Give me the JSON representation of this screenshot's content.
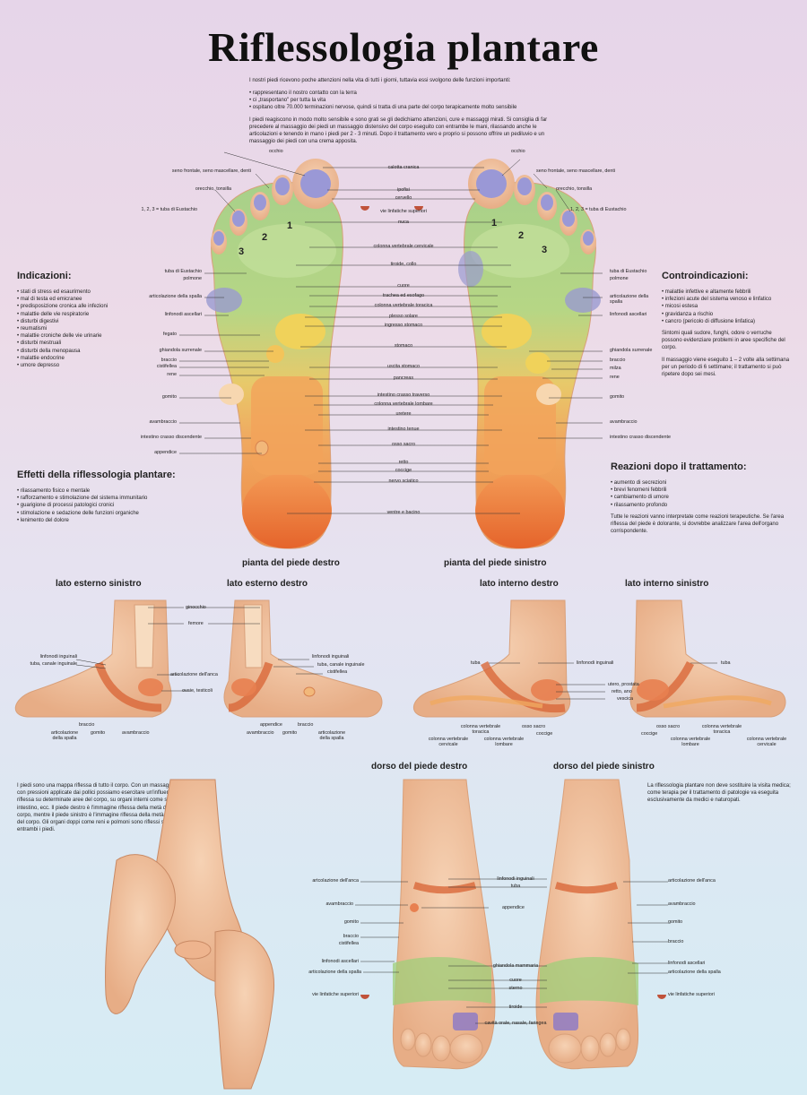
{
  "title": "Riflessologia plantare",
  "intro": {
    "p1": "I nostri piedi ricevono poche attenzioni nella vita di tutti i giorni, tuttavia essi svolgono delle funzioni importanti:",
    "bullets": [
      "rappresentano il nostro contatto con la terra",
      "ci „trasportano\" per tutta la vita",
      "ospitano oltre 70.000 terminazioni nervose, quindi si tratta di una parte del corpo terapicamente molto sensibile"
    ],
    "p2": "I piedi reagiscono in modo molto sensibile e sono grati se gli dedichiamo attenzioni, cure e massaggi mirati. Si consiglia di far precedere al massaggio dei piedi un massaggio distensivo del corpo eseguito con entrambe le mani, rilassando anche le articolazioni e tenendo in mano i piedi per 2 - 3 minuti. Dopo il trattamento vero e proprio si possono offrire un pediluvio e un massaggio dei piedi con una crema apposita."
  },
  "indicazioni": {
    "heading": "Indicazioni:",
    "items": [
      "stati di stress ed esaurimento",
      "mal di testa ed emicranee",
      "predisposizione cronica alle infezioni",
      "malattie delle vie respiratorie",
      "disturbi digestivi",
      "reumatismi",
      "malattie croniche delle vie urinarie",
      "disturbi mestruali",
      "disturbi della menopausa",
      "malattie endocrine",
      "umore depresso"
    ]
  },
  "controindicazioni": {
    "heading": "Controindicazioni:",
    "items": [
      "malattie infettive e altamente febbrili",
      "infezioni acute del sistema venoso e linfatico",
      "micosi estesa",
      "gravidanza a rischio",
      "cancro (pericolo di diffusione linfatica)"
    ],
    "p1": "Sintomi quali sudore, funghi, odore o verruche possono evidenziare problemi in aree specifiche del corpo.",
    "p2": "Il massaggio viene eseguito 1 – 2 volte alla settimana per un periodo di 6 settimane; il trattamento si può ripetere dopo sei mesi."
  },
  "effetti": {
    "heading": "Effetti della riflessologia plantare:",
    "items": [
      "rilassamento fisico e mentale",
      "rafforzamento e stimolazione del sistema immunitario",
      "guarigione di processi patologici cronici",
      "stimolazione e sedazione delle funzioni organiche",
      "lenimento del dolore"
    ]
  },
  "reazioni": {
    "heading": "Reazioni dopo il trattamento:",
    "items": [
      "aumento di secrezioni",
      "brevi fenomeni febbrili",
      "cambiamento di umore",
      "rilassamento profondo"
    ],
    "p1": "Tutte le reazioni vanno interpretate come reazioni terapeutiche. Se l'area riflessa del piede è dolorante, si dovrebbe analizzare l'area dell'organo corrispondente."
  },
  "bottom_left_text": "I piedi sono una mappa riflessa di tutto il corpo. Con un massaggio e con pressioni applicate dai pollici possiamo esercitare un'influenza riflessa su determinate aree del corpo, su organi interni come stomaco, intestino, ecc. Il piede destro è l'immagine riflessa della metà destra del corpo, mentre il piede sinistro è l'immagine riflessa della metà sinistra del corpo. Gli organi doppi come reni e polmoni sono riflessi sotto entrambi i piedi.",
  "bottom_right_text": "La riflessologia plantare non deve sostituire la visita medica; come terapia per il trattamento di patologie va eseguita esclusivamente da medici e naturopati.",
  "captions": {
    "pianta_destro": "pianta del piede destro",
    "pianta_sinistro": "pianta del piede sinistro",
    "esterno_sinistro": "lato esterno sinistro",
    "esterno_destro": "lato esterno destro",
    "interno_destro": "lato interno destro",
    "interno_sinistro": "lato interno sinistro",
    "dorso_destro": "dorso del piede destro",
    "dorso_sinistro": "dorso del piede sinistro"
  },
  "soles_center_labels": [
    "calotta cranica",
    "ipofisi",
    "cervello",
    "vie linfatiche superiori",
    "nuca",
    "colonna vertebrale cervicale",
    "tiroide, collo",
    "cuore",
    "trachea ed esofago",
    "colonna vertebrale toracica",
    "plesso solare",
    "ingresso stomaco",
    "stomaco",
    "uscita stomaco",
    "pancreas",
    "intestino crasso traverso",
    "colonna vertebrale lombare",
    "uretere",
    "intestino tenue",
    "osso sacro",
    "retto",
    "coccige",
    "nervo sciatico",
    "ventre e bacino"
  ],
  "soles_left_labels": [
    "occhio",
    "seno frontale, seno mascellare, denti",
    "orecchio, tonsilla",
    "1, 2, 3 = tuba di Eustachio",
    "tuba di Eustachio",
    "polmone",
    "articolazione della spalla",
    "linfonodi ascellari",
    "fegato",
    "ghiandola surrenale",
    "braccio",
    "cistifellea",
    "rene",
    "gomito",
    "avambraccio",
    "intestino crasso discendente",
    "appendice"
  ],
  "soles_right_labels": [
    "occhio",
    "seno frontale, seno mascellare, denti",
    "orecchio, tonsilla",
    "1, 2, 3 = tuba di Eustachio",
    "tuba di Eustachio",
    "polmone",
    "articolazione della spalla",
    "linfonodi ascellari",
    "ghiandola surrenale",
    "braccio",
    "milza",
    "rene",
    "gomito",
    "avambraccio",
    "intestino crasso discendente"
  ],
  "toe_numbers": [
    "1",
    "2",
    "3"
  ],
  "esterno_labels": [
    "ginocchio",
    "femore",
    "linfonodi inguinali",
    "tuba, canale inguinale",
    "articolazione dell'anca",
    "ovaie, testicoli",
    "cistifellea",
    "braccio",
    "gomito",
    "articolazione della spalla",
    "avambraccio",
    "appendice"
  ],
  "interno_labels": [
    "tuba",
    "linfonodi inguinali",
    "utero, prostata",
    "retto, ano",
    "vescica",
    "colonna vertebrale toracica",
    "osso sacro",
    "coccige",
    "colonna vertebrale cervicale",
    "colonna vertebrale lombare"
  ],
  "dorso_labels": [
    "artcolazione dell'anca",
    "avambraccio",
    "gomito",
    "braccio",
    "cistifellea",
    "linfonodi ascellari",
    "articolazione della spalla",
    "vie linfatiche superiori",
    "linfonodi inguinali",
    "tuba",
    "appendice",
    "ghiandola mammaria",
    "cuore",
    "sterno",
    "tiroide",
    "cavità orale, nasale, faringea",
    "articolazione dell'anca"
  ]
}
